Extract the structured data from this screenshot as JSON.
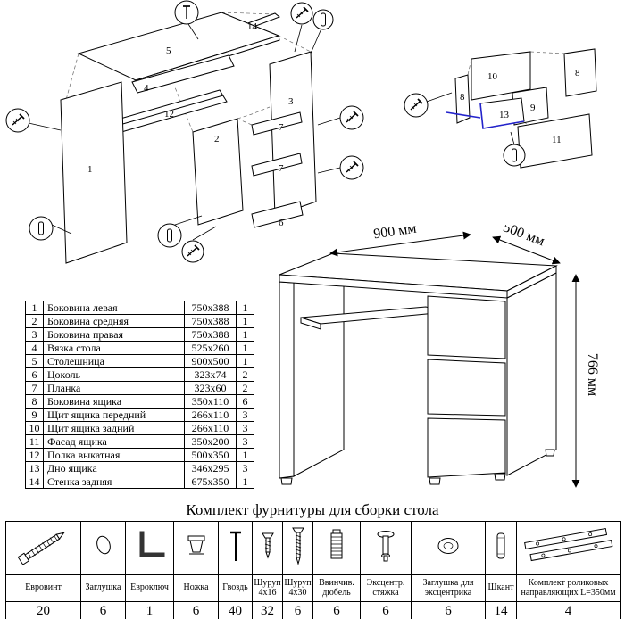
{
  "colors": {
    "ink": "#000000",
    "paper": "#ffffff",
    "highlight_blue": "#2323cc"
  },
  "labels": {
    "n1": "1",
    "n2": "2",
    "n3": "3",
    "n4": "4",
    "n5": "5",
    "n6": "6",
    "n7": "7",
    "n8": "8",
    "n9": "9",
    "n10": "10",
    "n11": "11",
    "n12": "12",
    "n13": "13",
    "n14": "14"
  },
  "desk_dimensions": {
    "width": "900 мм",
    "depth": "500 мм",
    "height": "766 мм"
  },
  "parts": {
    "rows": [
      {
        "num": "1",
        "name": "Боковина левая",
        "size": "750x388",
        "qty": "1"
      },
      {
        "num": "2",
        "name": "Боковина средняя",
        "size": "750x388",
        "qty": "1"
      },
      {
        "num": "3",
        "name": "Боковина правая",
        "size": "750x388",
        "qty": "1"
      },
      {
        "num": "4",
        "name": "Вязка стола",
        "size": "525x260",
        "qty": "1"
      },
      {
        "num": "5",
        "name": "Столешница",
        "size": "900x500",
        "qty": "1"
      },
      {
        "num": "6",
        "name": "Цоколь",
        "size": "323x74",
        "qty": "2"
      },
      {
        "num": "7",
        "name": "Планка",
        "size": "323x60",
        "qty": "2"
      },
      {
        "num": "8",
        "name": "Боковина ящика",
        "size": "350x110",
        "qty": "6"
      },
      {
        "num": "9",
        "name": "Щит ящика передний",
        "size": "266x110",
        "qty": "3"
      },
      {
        "num": "10",
        "name": "Щит ящика задний",
        "size": "266x110",
        "qty": "3"
      },
      {
        "num": "11",
        "name": "Фасад ящика",
        "size": "350x200",
        "qty": "3"
      },
      {
        "num": "12",
        "name": "Полка выкатная",
        "size": "500x350",
        "qty": "1"
      },
      {
        "num": "13",
        "name": "Дно ящика",
        "size": "346x295",
        "qty": "3"
      },
      {
        "num": "14",
        "name": "Стенка задняя",
        "size": "675x350",
        "qty": "1"
      }
    ]
  },
  "hardware": {
    "title": "Комплект фурнитуры для сборки стола",
    "items": [
      {
        "name": "Евровинт",
        "qty": "20",
        "icon": "eurovint-icon"
      },
      {
        "name": "Заглушка",
        "qty": "6",
        "icon": "cap-icon"
      },
      {
        "name": "Евроключ",
        "qty": "1",
        "icon": "hex-key-icon"
      },
      {
        "name": "Ножка",
        "qty": "6",
        "icon": "foot-icon"
      },
      {
        "name": "Гвоздь",
        "qty": "40",
        "icon": "nail-icon"
      },
      {
        "name": "Шуруп 4x16",
        "qty": "32",
        "icon": "screw-4x16-icon"
      },
      {
        "name": "Шуруп 4x30",
        "qty": "6",
        "icon": "screw-4x30-icon"
      },
      {
        "name": "Ввинчив. дюбель",
        "qty": "6",
        "icon": "screw-dowel-icon"
      },
      {
        "name": "Эксцентр. стяжка",
        "qty": "6",
        "icon": "cam-bolt-icon"
      },
      {
        "name": "Заглушка для эксцентрика",
        "qty": "6",
        "icon": "cam-cap-icon"
      },
      {
        "name": "Шкант",
        "qty": "14",
        "icon": "dowel-icon"
      },
      {
        "name": "Комплект роликовых направляющих L=350мм",
        "qty": "4",
        "icon": "drawer-slides-icon"
      }
    ]
  }
}
